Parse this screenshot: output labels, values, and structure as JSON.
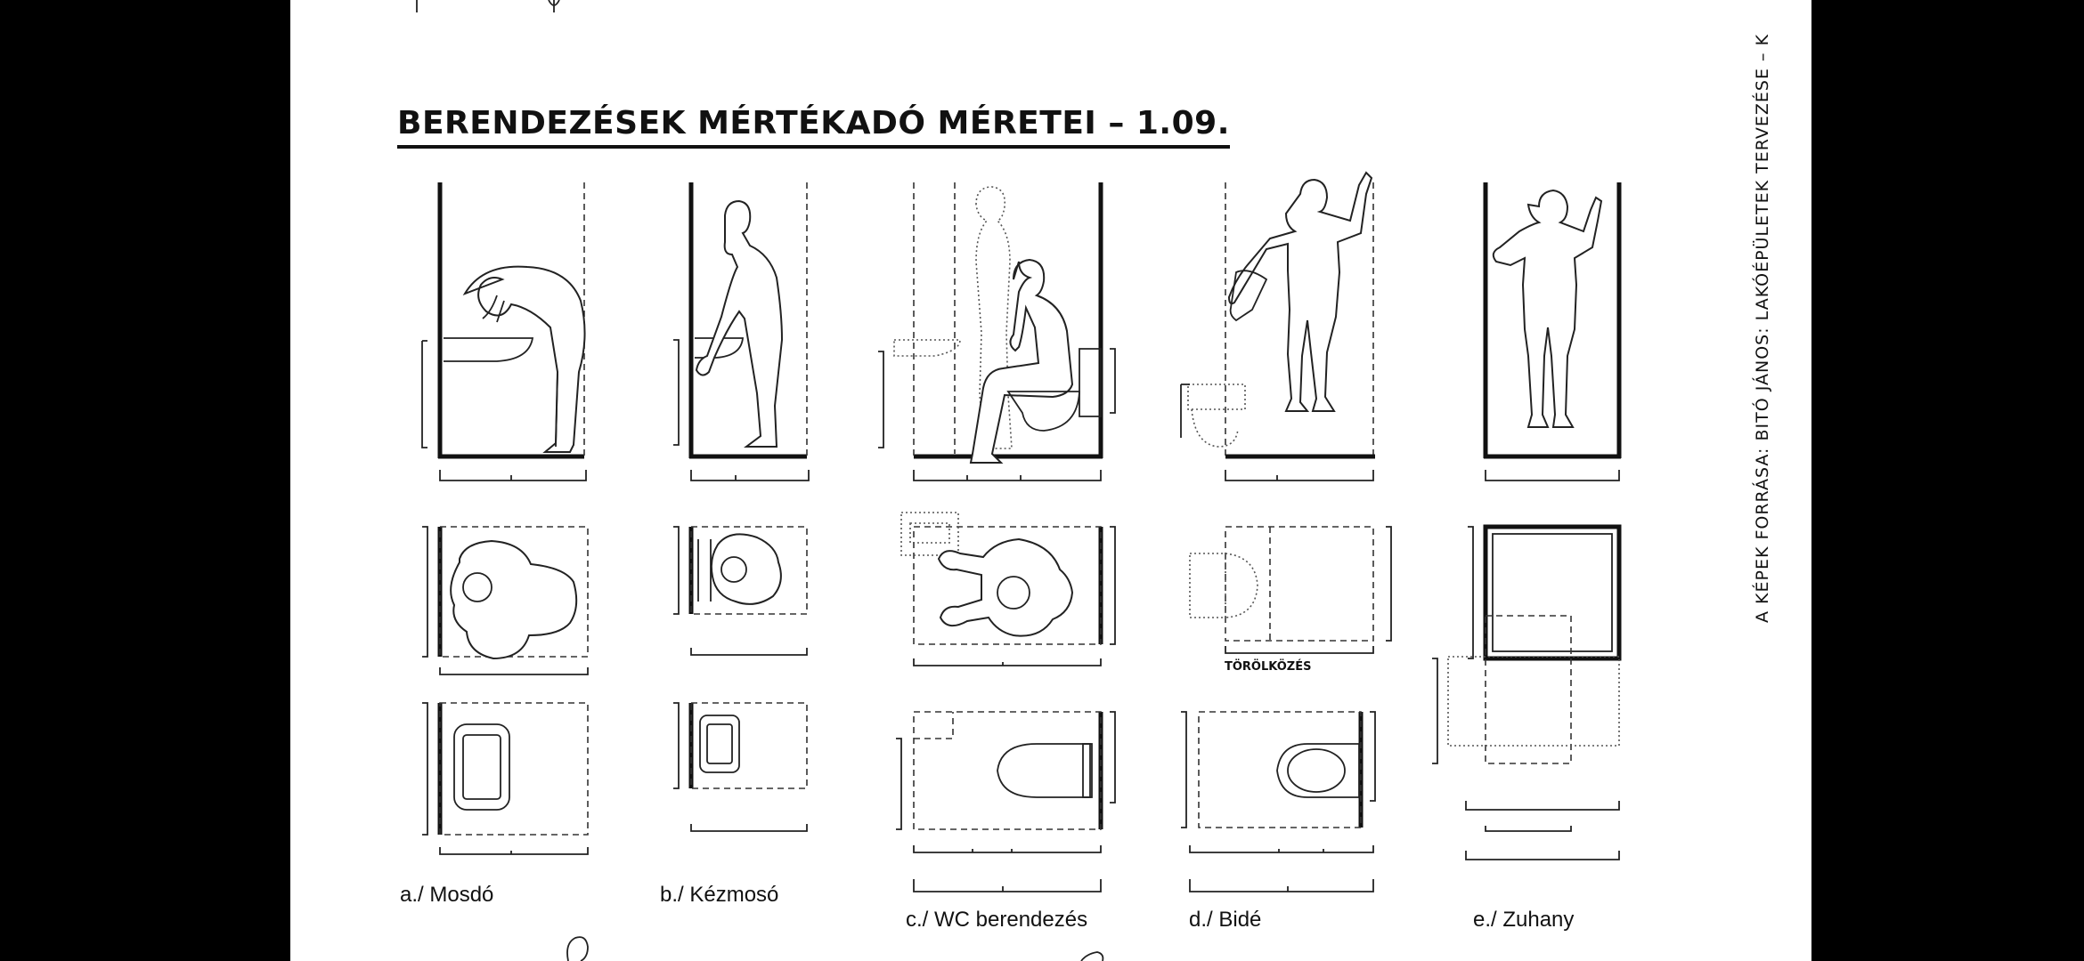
{
  "document": {
    "title": "BERENDEZÉSEK MÉRTÉKADÓ MÉRETEI – 1.09.",
    "side_note": "A KÉPEK FORRÁSA: BITÓ JÁNOS: LAKÓÉPÜLETEK TERVEZÉSE – K",
    "annotation": "TÖRÖLKÖZÉS",
    "captions": {
      "a": "a./ Mosdó",
      "b": "b./ Kézmosó",
      "c": "c./ WC berendezés",
      "d": "d./ Bidé",
      "e": "e./ Zuhany"
    }
  }
}
